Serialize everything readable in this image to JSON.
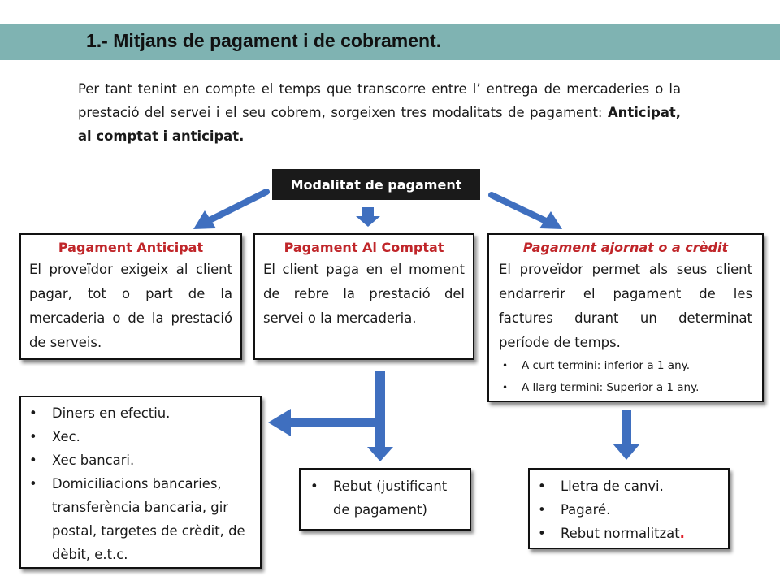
{
  "title": "1.- Mitjans de pagament i de cobrament.",
  "intro": {
    "text": "Per tant tenint en compte el temps que transcorre entre l’ entrega de mercaderies o la prestació del servei  i el seu cobrem, sorgeixen tres modalitats de pagament: ",
    "bold": "Anticipat, al comptat i anticipat."
  },
  "root": {
    "label": "Modalitat de pagament"
  },
  "anticipat": {
    "title": "Pagament Anticipat",
    "body": "El proveïdor exigeix al client pagar, tot o part de la mercaderia o de la prestació de serveis."
  },
  "comptat": {
    "title": "Pagament Al Comptat",
    "body": "El client paga en el moment de rebre la prestació del servei o la mercaderia."
  },
  "ajornat": {
    "title": "Pagament ajornat o a crèdit",
    "body": "El proveïdor permet als seus client endarrerir  el pagament de les factures durant un determinat període de temps.",
    "items": [
      "A curt termini: inferior a 1 any.",
      "A llarg termini: Superior a 1 any."
    ]
  },
  "metodes": {
    "items": [
      "Diners en efectiu.",
      "Xec.",
      "Xec bancari.",
      "Domiciliacions bancaries, transferència bancaria, gir postal, targetes de crèdit, de dèbit, e.t.c."
    ]
  },
  "rebut": {
    "items": [
      "Rebut (justificant de pagament)"
    ]
  },
  "documents": {
    "items": [
      "Lletra de canvi.",
      "Pagaré.",
      "Rebut normalitzat"
    ],
    "trailing_mark": "."
  },
  "colors": {
    "title_bar": "#7fb3b2",
    "box_title": "#c0262a",
    "arrow": "#3f6fbf",
    "root_box": "#1a1a1a"
  }
}
